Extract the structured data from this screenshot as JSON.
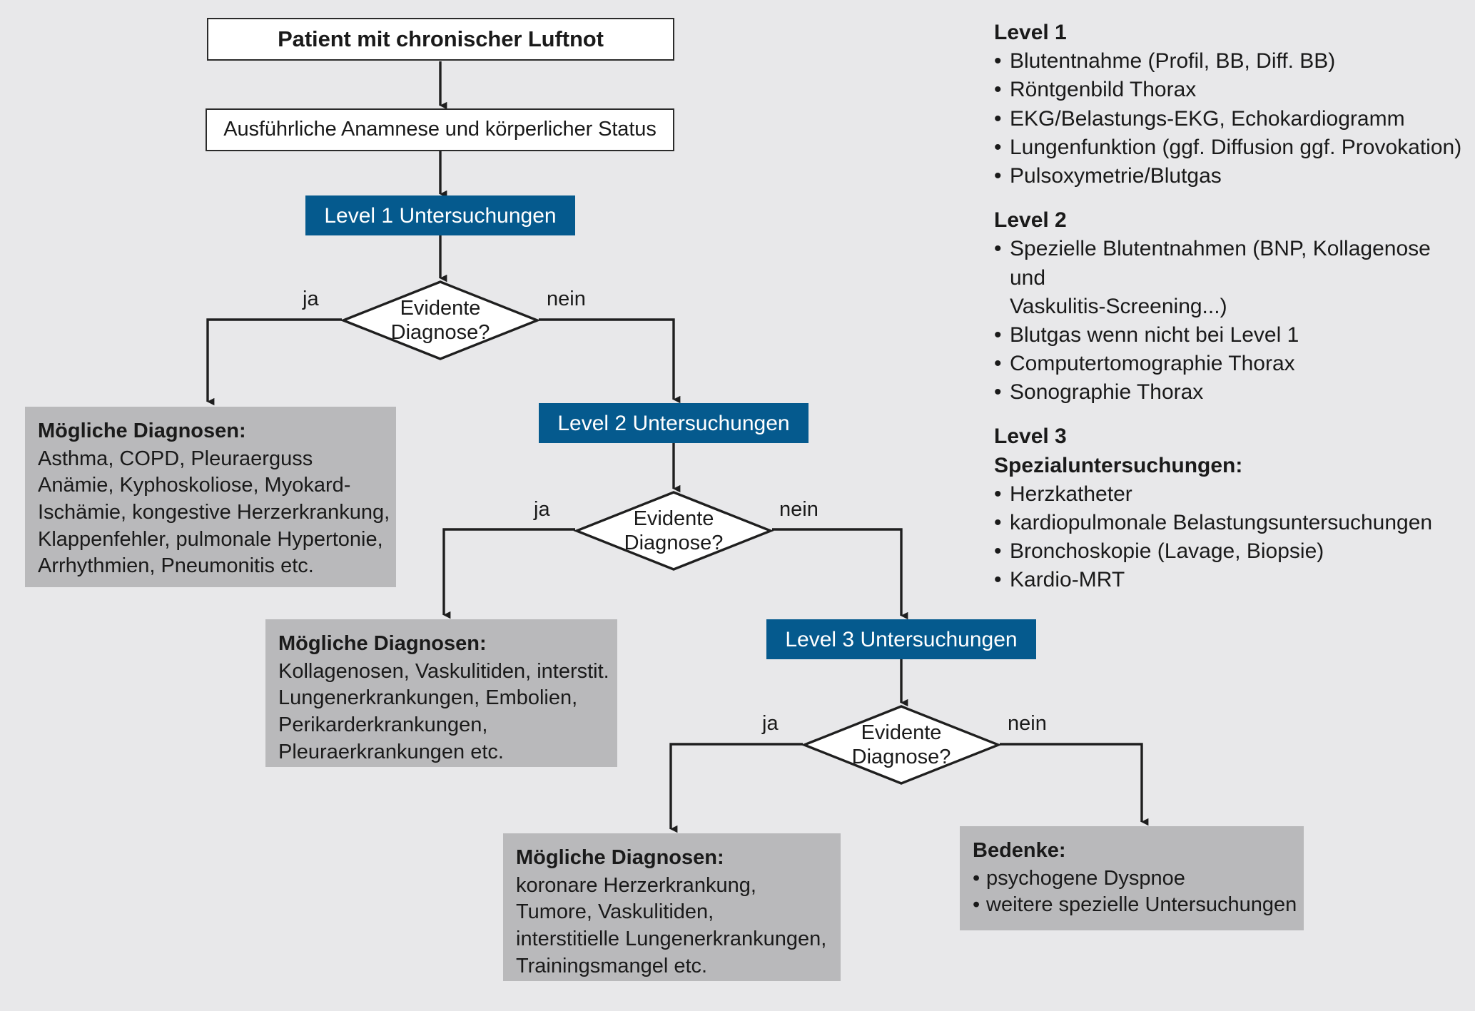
{
  "colors": {
    "background": "#e8e8ea",
    "blue_box": "#055a8e",
    "grey_box": "#b9b9bb",
    "white_box": "#ffffff",
    "line": "#1f1f1f",
    "text": "#1a1a1a"
  },
  "flow": {
    "start": {
      "label": "Patient mit chronischer Luftnot"
    },
    "anamnese": {
      "label": "Ausführliche Anamnese und körperlicher Status"
    },
    "level1_box": {
      "label": "Level 1 Untersuchungen"
    },
    "level2_box": {
      "label": "Level 2 Untersuchungen"
    },
    "level3_box": {
      "label": "Level 3 Untersuchungen"
    },
    "decision": {
      "line1": "Evidente",
      "line2": "Diagnose?"
    },
    "edge_yes": "ja",
    "edge_no": "nein",
    "diagnoses_level1": {
      "title": "Mögliche Diagnosen:",
      "lines": [
        "Asthma, COPD, Pleuraerguss",
        "Anämie, Kyphoskoliose, Myokard-",
        "Ischämie, kongestive Herzerkrankung,",
        "Klappenfehler, pulmonale Hypertonie,",
        "Arrhythmien, Pneumonitis etc."
      ]
    },
    "diagnoses_level2": {
      "title": "Mögliche Diagnosen:",
      "lines": [
        "Kollagenosen, Vaskulitiden, interstit.",
        "Lungenerkrankungen, Embolien,",
        "Perikarderkrankungen,",
        "Pleuraerkrankungen etc."
      ]
    },
    "diagnoses_level3": {
      "title": "Mögliche Diagnosen:",
      "lines": [
        "koronare Herzerkrankung,",
        "Tumore, Vaskulitiden,",
        "interstitielle Lungenerkrankungen,",
        "Trainingsmangel etc."
      ]
    },
    "bedenke": {
      "title": "Bedenke:",
      "lines": [
        "psychogene Dyspnoe",
        "weitere spezielle Untersuchungen"
      ]
    }
  },
  "legend": {
    "groups": [
      {
        "heading": "Level 1",
        "subheading": "",
        "items": [
          {
            "text": "Blutentnahme (Profil, BB, Diff. BB)",
            "continuation": false
          },
          {
            "text": "Röntgenbild Thorax",
            "continuation": false
          },
          {
            "text": "EKG/Belastungs-EKG, Echokardiogramm",
            "continuation": false
          },
          {
            "text": "Lungenfunktion (ggf. Diffusion ggf. Provokation)",
            "continuation": false
          },
          {
            "text": "Pulsoxymetrie/Blutgas",
            "continuation": false
          }
        ]
      },
      {
        "heading": "Level 2",
        "subheading": "",
        "items": [
          {
            "text": "Spezielle Blutentnahmen (BNP, Kollagenose und",
            "continuation": false
          },
          {
            "text": "Vaskulitis-Screening...)",
            "continuation": true
          },
          {
            "text": "Blutgas wenn nicht bei Level 1",
            "continuation": false
          },
          {
            "text": "Computertomographie Thorax",
            "continuation": false
          },
          {
            "text": "Sonographie Thorax",
            "continuation": false
          }
        ]
      },
      {
        "heading": "Level 3",
        "subheading": "Spezialuntersuchungen:",
        "items": [
          {
            "text": "Herzkatheter",
            "continuation": false
          },
          {
            "text": "kardiopulmonale Belastungsuntersuchungen",
            "continuation": false
          },
          {
            "text": "Bronchoskopie (Lavage, Biopsie)",
            "continuation": false
          },
          {
            "text": "Kardio-MRT",
            "continuation": false
          }
        ]
      }
    ]
  }
}
